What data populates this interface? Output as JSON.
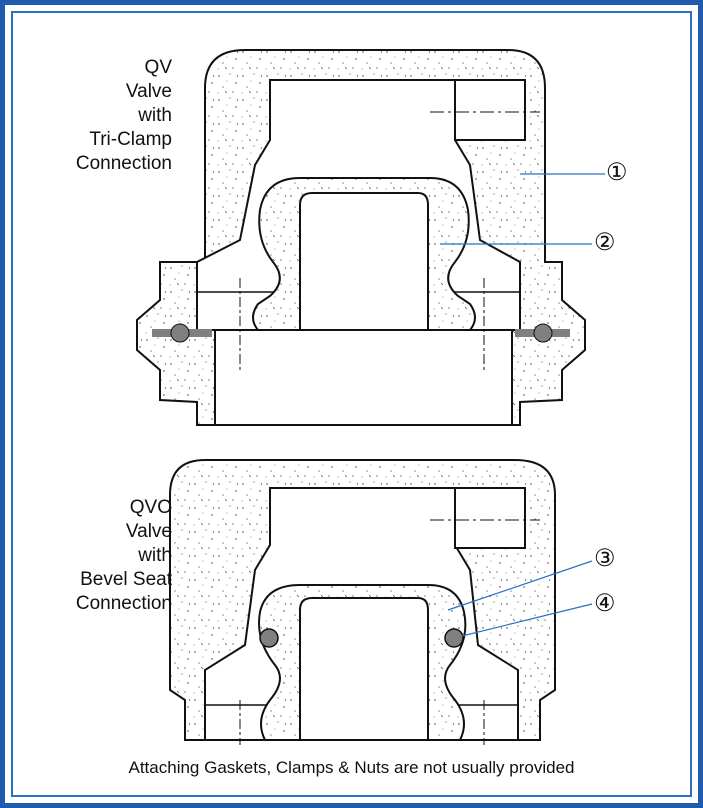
{
  "upper_valve": {
    "label_lines": [
      "QV",
      "Valve",
      "with",
      "Tri-Clamp",
      "Connection"
    ]
  },
  "lower_valve": {
    "label_lines": [
      "QVO",
      "Valve",
      "with",
      "Bevel Seat",
      "Connection"
    ]
  },
  "callouts": [
    "①",
    "②",
    "③",
    "④"
  ],
  "footnote": "Attaching Gaskets, Clamps & Nuts are not usually provided",
  "colors": {
    "frame": "#1f5cad",
    "gasket": "#808080",
    "callout_line": "#2a6fc5",
    "line": "#111111"
  }
}
